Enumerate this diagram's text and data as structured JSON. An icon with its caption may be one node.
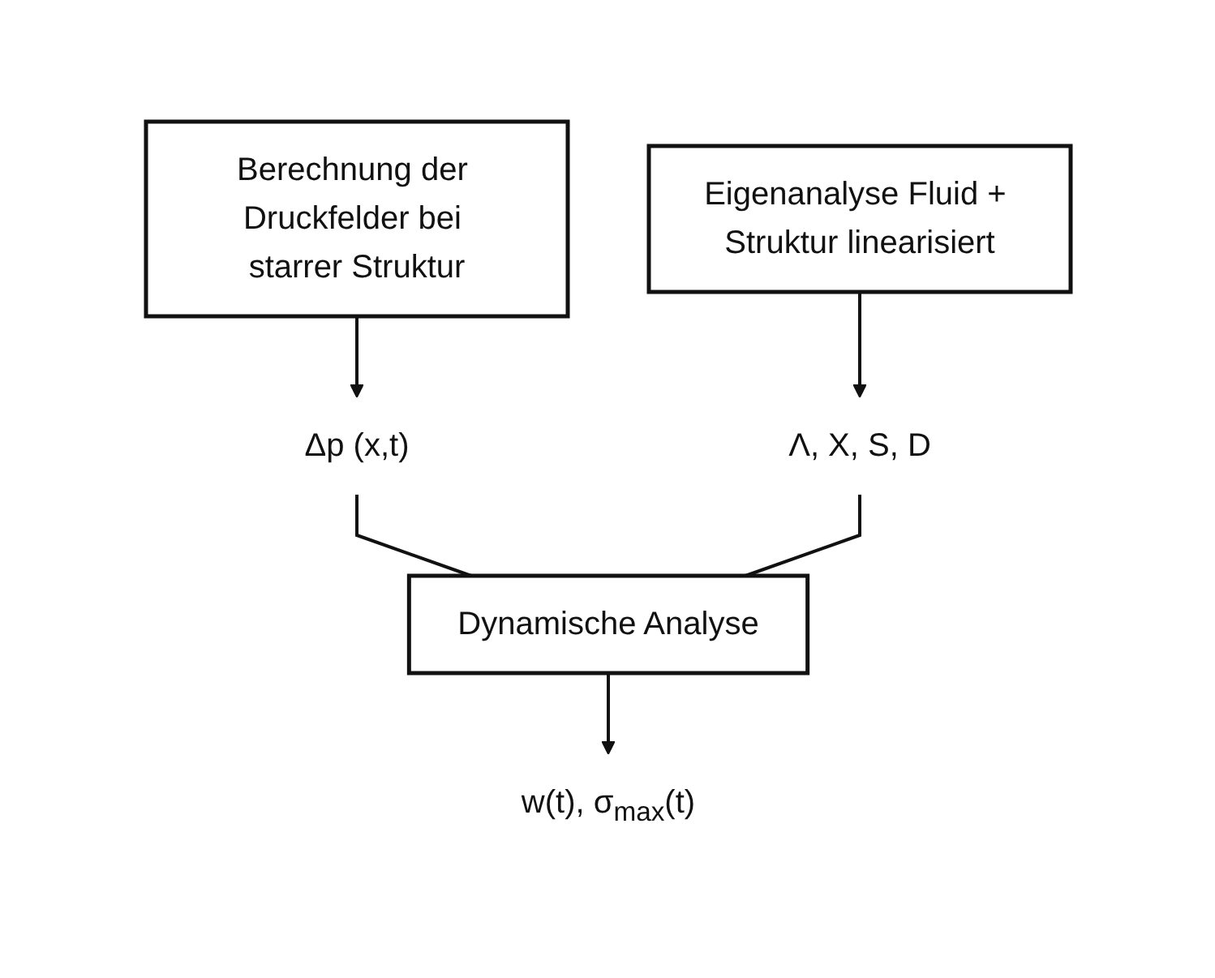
{
  "diagram": {
    "nodes": [
      {
        "text": [
          "Berechnung der Druckfelder bei starrer Struktur"
        ]
      },
      {
        "text": [
          "Eigenanalyse Fluid + Struktur linearisiert"
        ]
      },
      {
        "text": [
          "Δp (x,t)"
        ]
      },
      {
        "text": [
          "Λ, X, S, D"
        ]
      },
      {
        "text": [
          "Dynamische Analyse"
        ]
      },
      {
        "text": [
          "w(t), σ$_{max}$(t)"
        ]
      }
    ],
    "edges": [
      {
        "from": 0,
        "to": 2,
        "arrow": "to"
      },
      {
        "from": 1,
        "to": 3,
        "arrow": "to"
      },
      {
        "from": 2,
        "to": 4,
        "arrow": "none"
      },
      {
        "from": 3,
        "to": 4,
        "arrow": "none"
      },
      {
        "from": 4,
        "to": 5,
        "arrow": "to"
      }
    ]
  }
}
